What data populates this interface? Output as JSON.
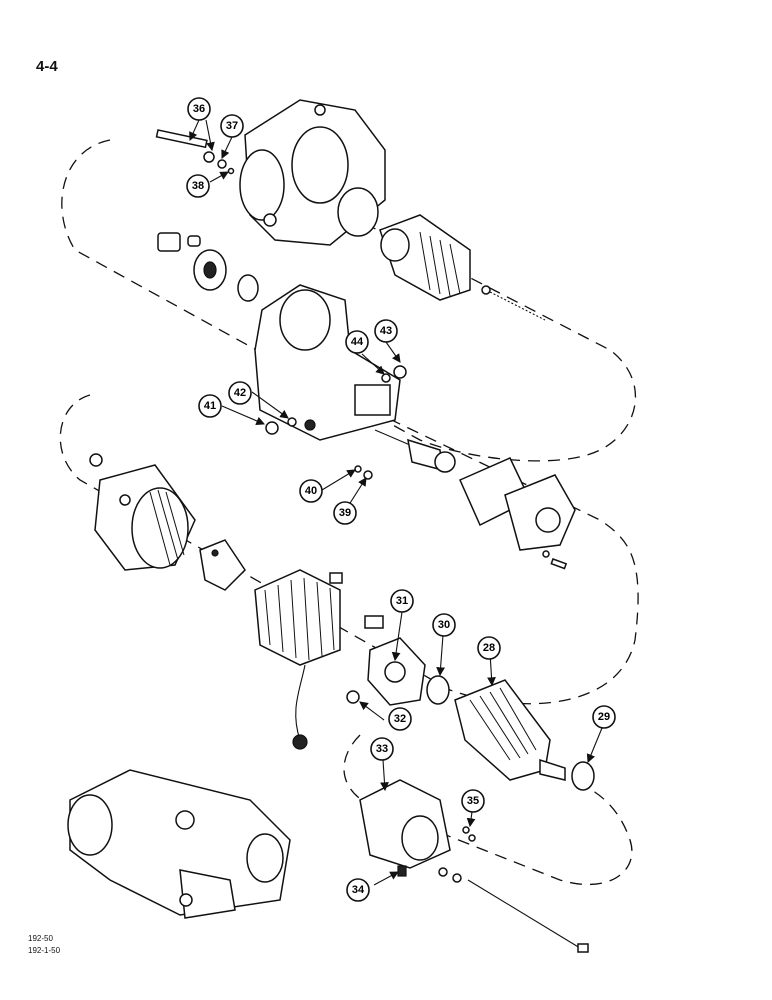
{
  "page": {
    "number": "4-4"
  },
  "figure_codes": [
    "192-50",
    "192-1-50"
  ],
  "callouts": [
    "28",
    "29",
    "30",
    "31",
    "32",
    "33",
    "34",
    "35",
    "36",
    "37",
    "38",
    "39",
    "40",
    "41",
    "42",
    "43",
    "44"
  ]
}
